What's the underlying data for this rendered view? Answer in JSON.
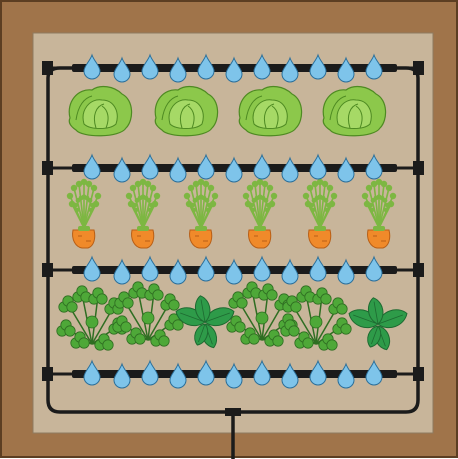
{
  "colors": {
    "frame": "#A0744A",
    "frame_edge": "#5C3E22",
    "soil": "#C8B59A",
    "pipe": "#1B1B1B",
    "drip": "#7EC4EA",
    "drip_edge": "#2B6F9A",
    "lettuce": "#8CC84B",
    "lettuce_dark": "#4E8A22",
    "carrot": "#F08A2A",
    "carrot_top": "#7DB742",
    "parsley": "#4EA838",
    "basil": "#2E9B49"
  },
  "rows": [
    {
      "crop": "lettuce",
      "count": 4
    },
    {
      "crop": "carrot",
      "count": 6
    },
    {
      "crop": "herbs",
      "items": [
        "parsley-icon",
        "parsley-icon",
        "basil-icon",
        "parsley-icon",
        "parsley-icon",
        "basil-icon"
      ]
    }
  ],
  "drip_lines": 4,
  "drips_per_line": 11
}
